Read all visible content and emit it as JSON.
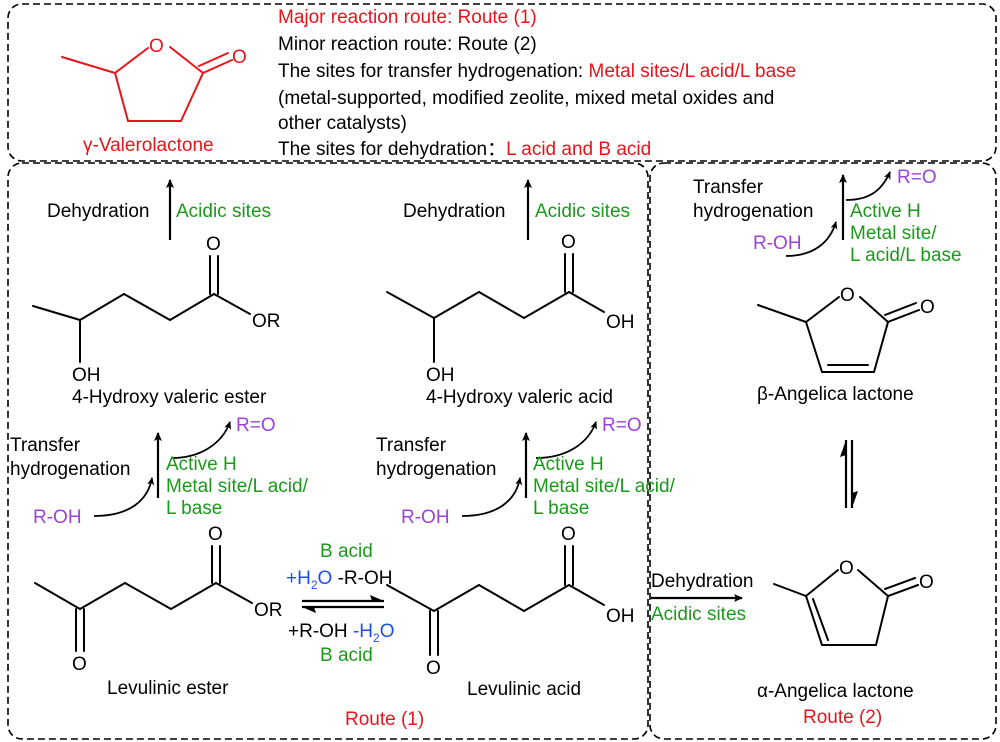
{
  "summary": {
    "major_route_label": "Major reaction route: Route (1)",
    "minor_route_label": "Minor reaction route: Route (2)",
    "transfer_sites_prefix": "The sites for transfer hydrogenation: ",
    "transfer_sites_value": "Metal sites/L acid/L base",
    "catalysts_line1": "(metal-supported, modified zeolite, mixed metal oxides and",
    "catalysts_line2": "other catalysts)",
    "dehydration_sites_prefix": "The sites for dehydration：",
    "dehydration_sites_value": "L acid and B acid"
  },
  "product": {
    "name": "γ-Valerolactone",
    "atom_o_ring": "O",
    "atom_o_carbonyl": "O"
  },
  "route1": {
    "label": "Route (1)",
    "ester_path": {
      "dehydration_label": "Dehydration",
      "dehydration_sites": "Acidic sites",
      "hydroxy_ester_name": "4-Hydroxy valeric ester",
      "hydroxy_ester_oh": "OH",
      "hydroxy_ester_or": "OR",
      "hydroxy_ester_o": "O",
      "transfer_label_1": "Transfer",
      "transfer_label_2": "hydrogenation",
      "donor": "R-OH",
      "byproduct": "R=O",
      "catalyst_line1": "Active H",
      "catalyst_line2": "Metal site/L acid/",
      "catalyst_line3": "L base",
      "levulinic_ester_name": "Levulinic ester",
      "levulinic_ester_or": "OR",
      "levulinic_ester_o1": "O",
      "levulinic_ester_o2": "O"
    },
    "acid_path": {
      "dehydration_label": "Dehydration",
      "dehydration_sites": "Acidic sites",
      "hydroxy_acid_name": "4-Hydroxy valeric acid",
      "hydroxy_acid_oh_side": "OH",
      "hydroxy_acid_oh_end": "OH",
      "hydroxy_acid_o": "O",
      "transfer_label_1": "Transfer",
      "transfer_label_2": "hydrogenation",
      "donor": "R-OH",
      "byproduct": "R=O",
      "catalyst_line1": "Active H",
      "catalyst_line2": "Metal site/L acid/",
      "catalyst_line3": "L base",
      "levulinic_acid_name": "Levulinic acid",
      "levulinic_acid_oh": "OH",
      "levulinic_acid_o1": "O",
      "levulinic_acid_o2": "O"
    },
    "equilibrium": {
      "top_catalyst": "B acid",
      "top_reagent_water": "+H",
      "top_reagent_water_sub": "2",
      "top_reagent_water_o": "O",
      "top_reagent_alcohol": " -R-OH",
      "bottom_reagent_alcohol": "+R-OH ",
      "bottom_reagent_water": "-H",
      "bottom_reagent_water_sub": "2",
      "bottom_reagent_water_o": "O",
      "bottom_catalyst": "B acid"
    }
  },
  "route2": {
    "label": "Route (2)",
    "transfer_label_1": "Transfer",
    "transfer_label_2": "hydrogenation",
    "donor": "R-OH",
    "byproduct": "R=O",
    "catalyst_line1": "Active H",
    "catalyst_line2": "Metal site/",
    "catalyst_line3": "L acid/L base",
    "beta_name": "β-Angelica lactone",
    "alpha_name": "α-Angelica lactone",
    "dehydration_label": "Dehydration",
    "dehydration_sites": "Acidic sites",
    "atom_o": "O"
  }
}
